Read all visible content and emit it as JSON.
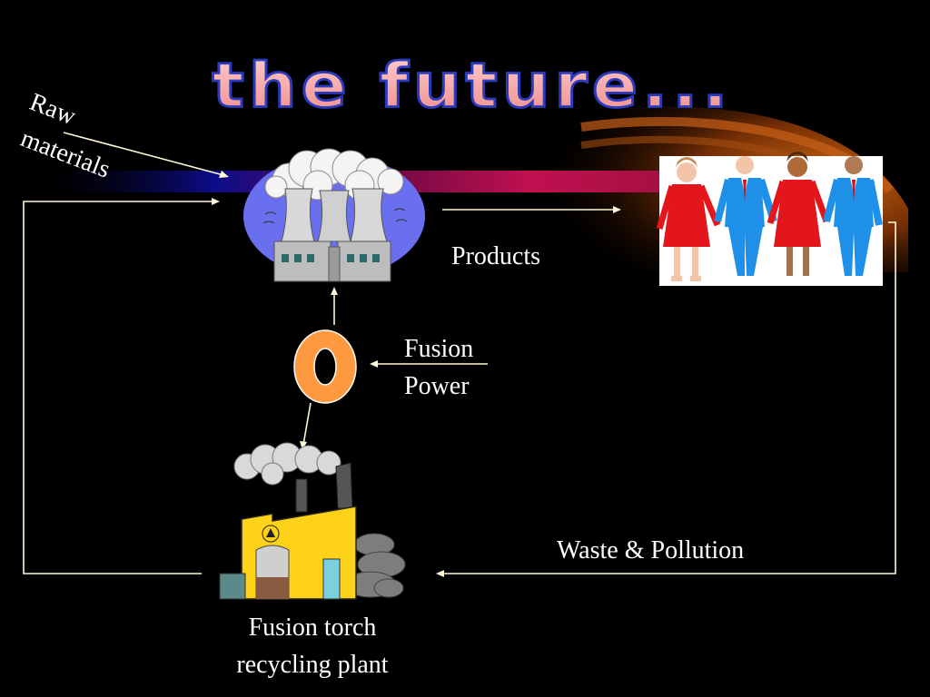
{
  "slide": {
    "title": "the future...",
    "colors": {
      "background": "#000000",
      "arrows": "#fff8d8",
      "text": "#ffffff",
      "title_top": "#f6a0a0",
      "title_outline": "#2a3bbd",
      "ring": "#ff9a40",
      "factory": "#ffd21a",
      "dress": "#e3171b",
      "suit": "#1e90e8"
    }
  },
  "labels": {
    "raw_line1": "Raw",
    "raw_line2": "materials",
    "products": "Products",
    "fusion_line1": "Fusion",
    "fusion_line2": "Power",
    "waste": "Waste & Pollution",
    "recycling_line1": "Fusion torch",
    "recycling_line2": "recycling plant"
  },
  "icons": [
    "power-plant-icon",
    "fusion-torus-icon",
    "recycling-factory-icon",
    "recycle-symbol-icon",
    "people-icon"
  ]
}
